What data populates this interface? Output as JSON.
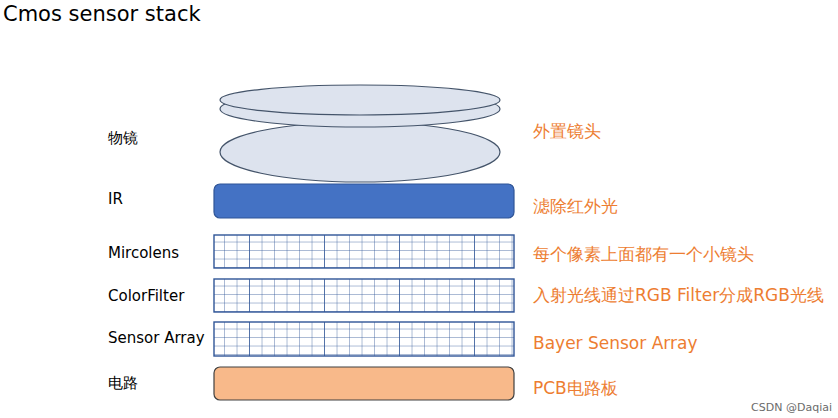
{
  "diagram": {
    "title": "Cmos sensor stack",
    "nodes": [
      {
        "text": [
          "物镜",
          "外置镜头"
        ]
      },
      {
        "text": [
          "IR",
          "滤除红外光"
        ]
      },
      {
        "text": [
          "Mircolens",
          "每个像素上面都有一个小镜头"
        ]
      },
      {
        "text": [
          "ColorFilter",
          "入射光线通过RGB Filter分成RGB光线"
        ]
      },
      {
        "text": [
          "Sensor Array",
          "Bayer Sensor Array"
        ]
      },
      {
        "text": [
          "电路",
          "PCB电路板"
        ]
      }
    ],
    "labels": [
      "CSDN @Daqiai"
    ]
  }
}
